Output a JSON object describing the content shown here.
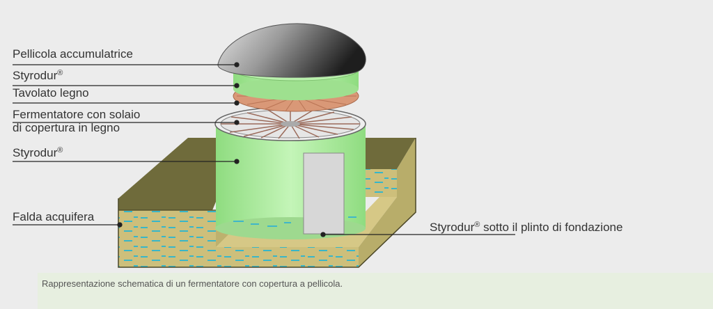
{
  "labels": {
    "pellicola": "Pellicola accumulatrice",
    "styrodur_top": "Styrodur",
    "tavolato": "Tavolato legno",
    "fermentatore_line1": "Fermentatore con solaio",
    "fermentatore_line2": "di copertura in legno",
    "styrodur_wall": "Styrodur",
    "falda": "Falda acquifera",
    "styrodur_base": "Styrodur",
    "styrodur_base_suffix": " sotto il plinto di fondazione",
    "registered_mark": "®"
  },
  "caption": "Rappresentazione schematica di un fermentatore con copertura a pellicola.",
  "colors": {
    "background": "#ececec",
    "caption_box": "#e7efe0",
    "soil_top": "#6e6a3a",
    "soil_body": "#c9be7a",
    "water": "#3fb7c9",
    "styrodur_green": "#a8e89a",
    "wood": "#d99a7a",
    "dome_dark": "#3a3a3a",
    "dome_light": "#d8d8d8",
    "leader_line": "#222222"
  }
}
